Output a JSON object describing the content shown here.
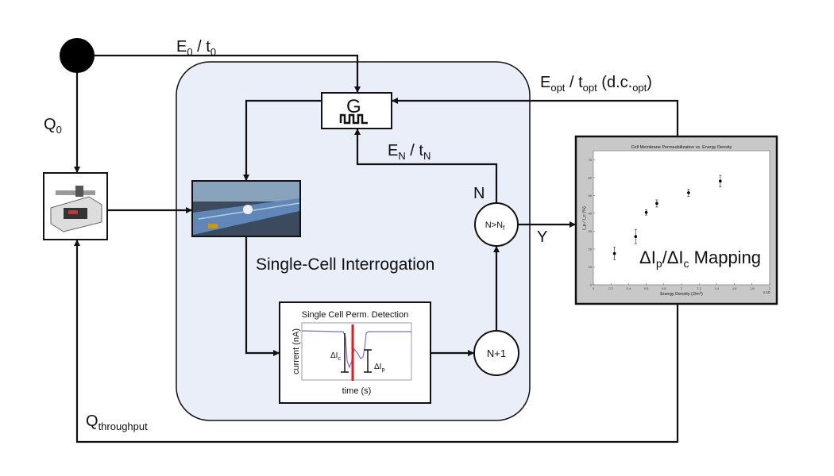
{
  "labels": {
    "e0": "E",
    "e0_sub": "0",
    "t0": " / t",
    "t0_sub": "0",
    "q0": "Q",
    "q0_sub": "0",
    "eopt": "E",
    "eopt_sub": "opt",
    "topt": " / t",
    "topt_sub": "opt",
    "dc": "  (d.c.",
    "dc_sub": "opt",
    "dc_end": ")",
    "en": "E",
    "en_sub": "N",
    "tn": " / t",
    "tn_sub": "N",
    "n": "N",
    "y": "Y",
    "qt": "Q",
    "qt_sub": "throughput",
    "interrogation": "Single-Cell Interrogation",
    "generator": "G",
    "counter": "N+1",
    "decision": "N>N",
    "decision_sub": "f",
    "mapping": "ΔI",
    "mapping_p": "p",
    "mapping_mid": "/ΔI",
    "mapping_c": "c",
    "mapping_end": " Mapping"
  },
  "detection": {
    "title": "Single Cell Perm. Detection",
    "ylabel": "current (nA)",
    "xlabel": "time (s)",
    "dic": "ΔI",
    "dic_sub": "c",
    "dip": "ΔI",
    "dip_sub": "p"
  },
  "colors": {
    "panel": "#e9eef8",
    "trace": "#6f74d8",
    "marker": "#e8191f",
    "plot_frame": "#c8c8c8"
  },
  "chart_data": {
    "type": "scatter",
    "title": "Cell Membrane Permeabilizaiton vs. Energy Density",
    "xlabel": "Energy  Density (J/m",
    "xlabel_sup": "3",
    "xlabel_end": ")",
    "x_multiplier": "x 10",
    "ylabel": "I_p / I_c (%)",
    "xlim": [
      0,
      2
    ],
    "ylim": [
      0,
      75
    ],
    "xticks": [
      "0",
      "0.2",
      "0.4",
      "0.6",
      "0.8",
      "1",
      "1.2",
      "1.4",
      "1.6",
      "1.8",
      "2"
    ],
    "yticks": [
      "0",
      "10",
      "20",
      "30",
      "40",
      "50",
      "60",
      "70"
    ],
    "x": [
      0.24,
      0.48,
      0.6,
      0.72,
      1.08,
      1.44
    ],
    "y": [
      17.5,
      27,
      40.5,
      45.5,
      51.5,
      58
    ],
    "err": [
      3.5,
      4,
      1.5,
      2,
      2,
      3.2
    ]
  }
}
